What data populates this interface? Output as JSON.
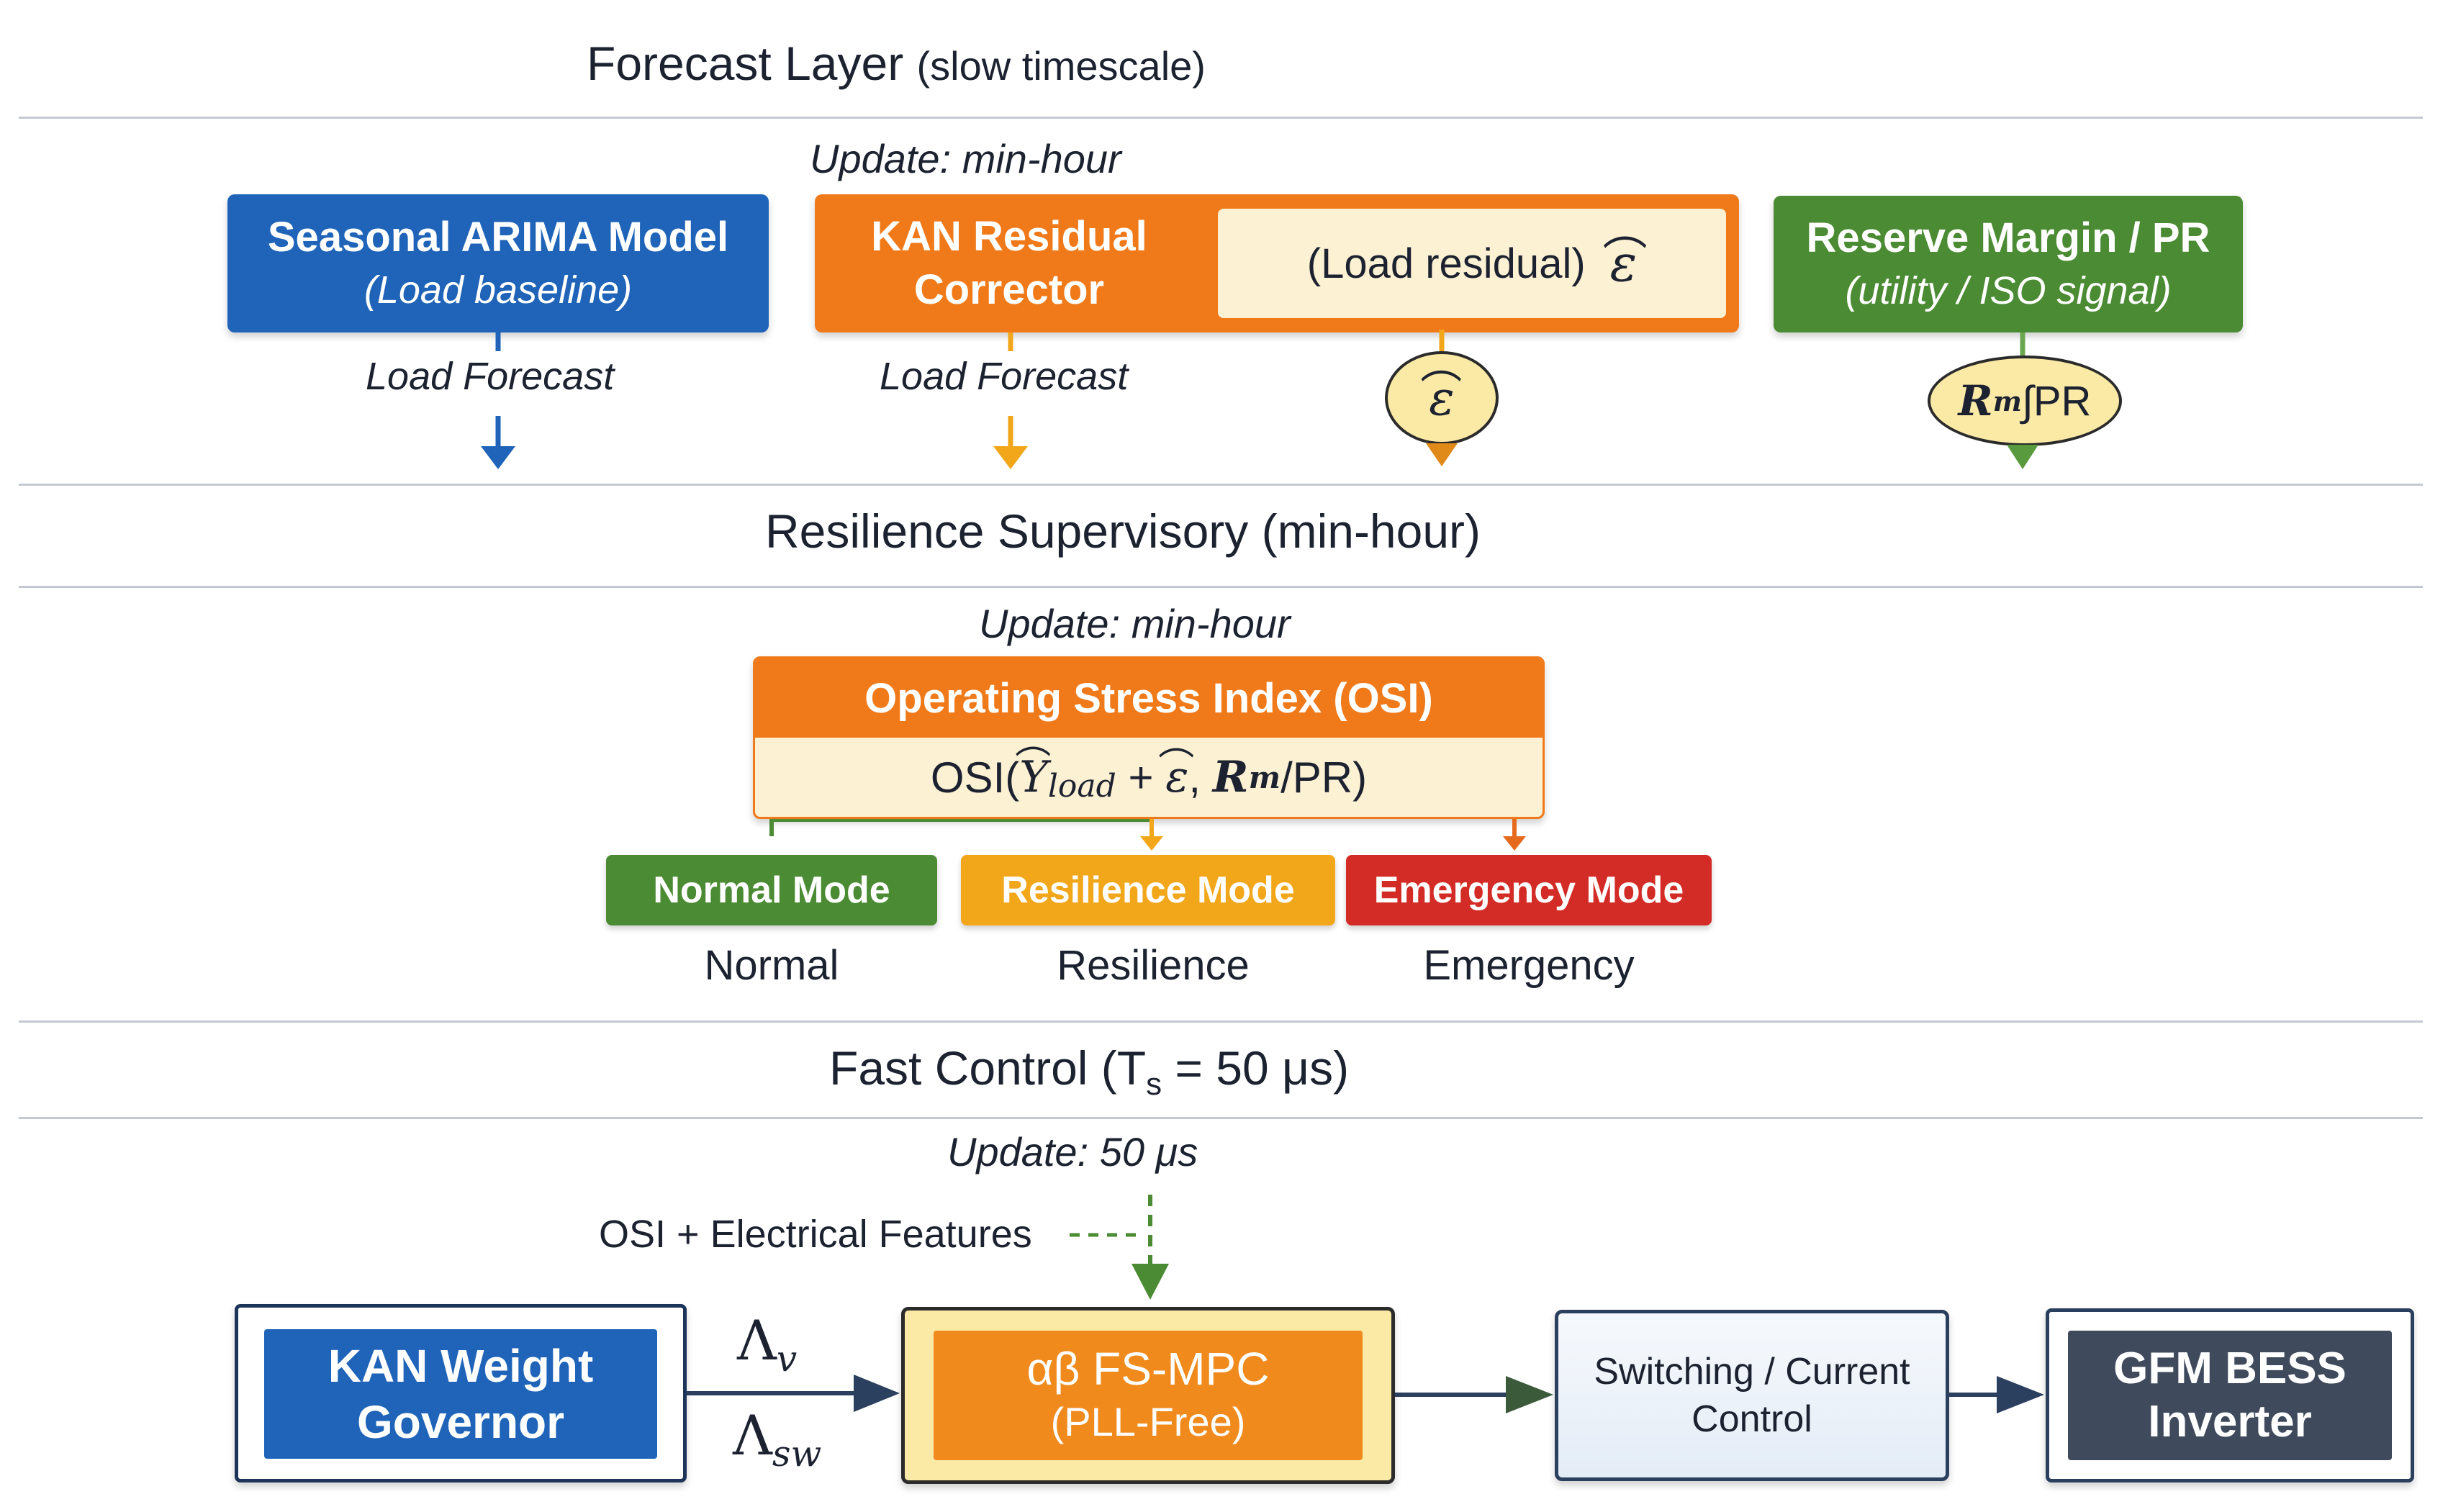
{
  "forecast": {
    "title": "Forecast Layer",
    "title_sub": "(slow timescale)",
    "update": "Update: min-hour",
    "arima": {
      "title": "Seasonal ARIMA Model",
      "subtitle": "(Load baseline)",
      "color": "#1f64b8"
    },
    "kan": {
      "title_line1": "KAN Residual",
      "title_line2": "Corrector",
      "inner_text": "(Load residual)",
      "color": "#f07a1a"
    },
    "reserve": {
      "title": "Reserve Margin / PR",
      "subtitle": "(utility / ISO signal)",
      "color": "#4b8b33"
    },
    "load_forecast_1": "Load Forecast",
    "load_forecast_2": "Load Forecast",
    "epsilon_hat": "ε",
    "rm_pr": {
      "r": "R",
      "m": "m",
      "rest": "∫PR"
    }
  },
  "supervisory": {
    "title": "Resilience Supervisory (min-hour)",
    "update": "Update: min-hour",
    "osi": {
      "title": "Operating Stress Index (OSI)",
      "formula": {
        "prefix": "OSI(",
        "y": "Y",
        "load": "load",
        "plus": " + ",
        "eps": "ε",
        "comma": ", ",
        "r": "R",
        "m": "m",
        "suffix": "/PR)"
      }
    },
    "modes": [
      {
        "label": "Normal Mode",
        "caption": "Normal",
        "color": "#4b8b33"
      },
      {
        "label": "Resilience Mode",
        "caption": "Resilience",
        "color": "#f2a71b"
      },
      {
        "label": "Emergency Mode",
        "caption": "Emergency",
        "color": "#d32b25"
      }
    ]
  },
  "fast": {
    "title_prefix": "Fast Control (T",
    "title_sub": "s",
    "title_suffix": " = 50 μs)",
    "update": "Update: 50 μs",
    "features_label": "OSI + Electrical Features",
    "kan_governor": {
      "line1": "KAN Weight",
      "line2": "Governor"
    },
    "lambda_v": {
      "sym": "Λ",
      "sub": "v"
    },
    "lambda_sw": {
      "sym": "Λ",
      "sub": "sw"
    },
    "mpc": {
      "line1": "αβ FS-MPC",
      "line2": "(PLL-Free)"
    },
    "switching": {
      "line1": "Switching / Current",
      "line2": "Control"
    },
    "gfm": {
      "line1": "GFM BESS",
      "line2": "Inverter"
    }
  }
}
